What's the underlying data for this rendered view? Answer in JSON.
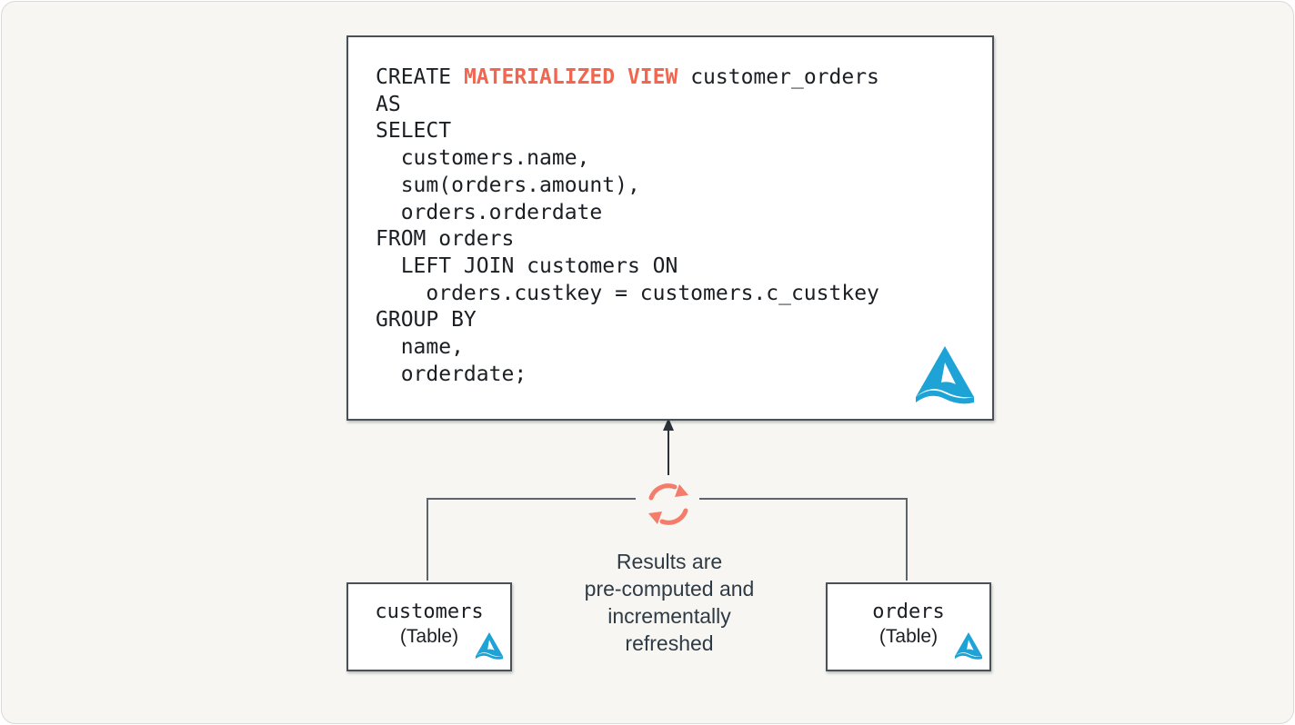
{
  "view_definition": {
    "lines": {
      "l1_prefix": "CREATE ",
      "l1_highlight": "MATERIALIZED VIEW",
      "l1_suffix": " customer_orders",
      "l2": "AS",
      "l3": "SELECT",
      "l4": "  customers.name,",
      "l5": "  sum(orders.amount),",
      "l6": "  orders.orderdate",
      "l7": "FROM orders",
      "l8": "  LEFT JOIN customers ON",
      "l9": "    orders.custkey = customers.c_custkey",
      "l10": "GROUP BY",
      "l11": "  name,",
      "l12": "  orderdate;"
    },
    "highlight_color": "#f0664f"
  },
  "tables": {
    "customers": {
      "name": "customers",
      "type": "(Table)"
    },
    "orders": {
      "name": "orders",
      "type": "(Table)"
    }
  },
  "refresh_caption": {
    "line1": "Results are",
    "line2": "pre-computed and",
    "line3": "incrementally",
    "line4": "refreshed"
  },
  "icons": {
    "refresh": "refresh-cycle-icon",
    "logo": "brand-logo-icon"
  },
  "colors": {
    "refresh_icon": "#f47c6a",
    "logo": "#1ea3d6",
    "box_border": "#4a5057",
    "connector": "#5d646b"
  }
}
